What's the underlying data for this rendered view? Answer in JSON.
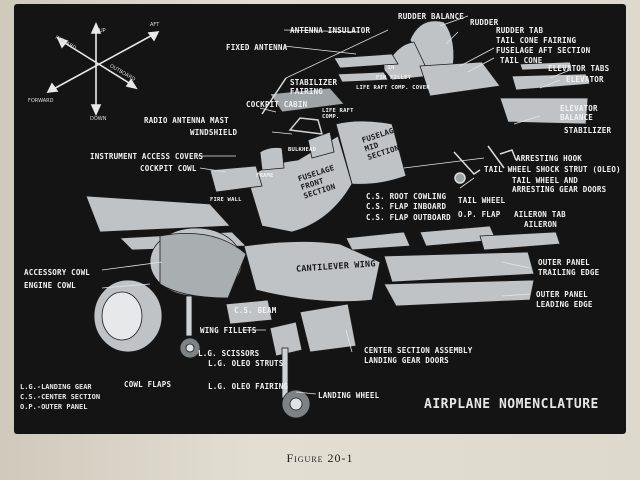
{
  "title": "AIRPLANE NOMENCLATURE",
  "caption": "Figure 20-1",
  "legend": [
    "L.G.-LANDING GEAR",
    "C.S.-CENTER SECTION",
    "O.P.-OUTER PANEL"
  ],
  "directions": {
    "inboard": "INBOARD",
    "aft": "AFT",
    "up": "UP",
    "outboard": "OUTBOARD",
    "forward": "FORWARD",
    "down": "DOWN"
  },
  "in_figure_labels": {
    "fuselage_front": "FUSELAGE FRONT SECTION",
    "fuselage_mid": "FUSELAGE MID SECTION",
    "cantilever_wing": "CANTILEVER WING"
  },
  "labels": {
    "rudder_balance": "RUDDER BALANCE",
    "rudder": "RUDDER",
    "antenna_insulator": "ANTENNA INSULATOR",
    "rudder_tab": "RUDDER TAB",
    "tail_cone_fairing": "TAIL CONE FAIRING",
    "fuselage_aft_section": "FUSELAGE AFT SECTION",
    "fixed_antenna": "FIXED ANTENNA",
    "tail_cone": "TAIL CONE",
    "fin": "FIN",
    "elevator_tabs": "ELEVATOR TABS",
    "fin_fillet": "FIN FILLET",
    "elevator": "ELEVATOR",
    "stabilizer_fairing": "STABILIZER FAIRING",
    "life_raft_comp_cover": "LIFE RAFT COMP. COVER",
    "cockpit_cabin": "COCKPIT CABIN",
    "life_raft_comp": "LIFE RAFT COMP.",
    "radio_antenna_mast": "RADIO ANTENNA MAST",
    "elevator_balance": "ELEVATOR BALANCE",
    "windshield": "WINDSHIELD",
    "stabilizer": "STABILIZER",
    "bulkhead": "BULKHEAD",
    "instrument_access_covers": "INSTRUMENT ACCESS COVERS",
    "arresting_hook": "ARRESTING HOOK",
    "cockpit_cowl": "COCKPIT COWL",
    "tail_wheel_shock_strut": "TAIL WHEEL SHOCK STRUT (OLEO)",
    "frame": "FRAME",
    "tail_wheel_and_arresting_gear_doors_1": "TAIL WHEEL AND",
    "tail_wheel_and_arresting_gear_doors_2": "ARRESTING GEAR DOORS",
    "fire_wall": "FIRE WALL",
    "tail_wheel": "TAIL WHEEL",
    "cs_root_cowling": "C.S. ROOT COWLING",
    "cs_flap_inboard": "C.S. FLAP INBOARD",
    "cs_flap_outboard": "C.S. FLAP OUTBOARD",
    "op_flap": "O.P. FLAP",
    "aileron_tab": "AILERON TAB",
    "aileron": "AILERON",
    "accessory_cowl": "ACCESSORY COWL",
    "engine_cowl": "ENGINE COWL",
    "outer_panel_trailing_edge_1": "OUTER PANEL",
    "outer_panel_trailing_edge_2": "TRAILING EDGE",
    "outer_panel_leading_edge_1": "OUTER PANEL",
    "outer_panel_leading_edge_2": "LEADING EDGE",
    "cs_beam": "C.S. BEAM",
    "wing_fillets": "WING FILLETS",
    "lg_scissors": "L.G. SCISSORS",
    "lg_oleo_struts": "L.G. OLEO STRUTS",
    "center_section_assembly": "CENTER SECTION ASSEMBLY",
    "landing_gear_doors": "LANDING GEAR DOORS",
    "cowl_flaps": "COWL FLAPS",
    "lg_oleo_fairing": "L.G. OLEO FAIRING",
    "landing_wheel": "LANDING WHEEL"
  }
}
